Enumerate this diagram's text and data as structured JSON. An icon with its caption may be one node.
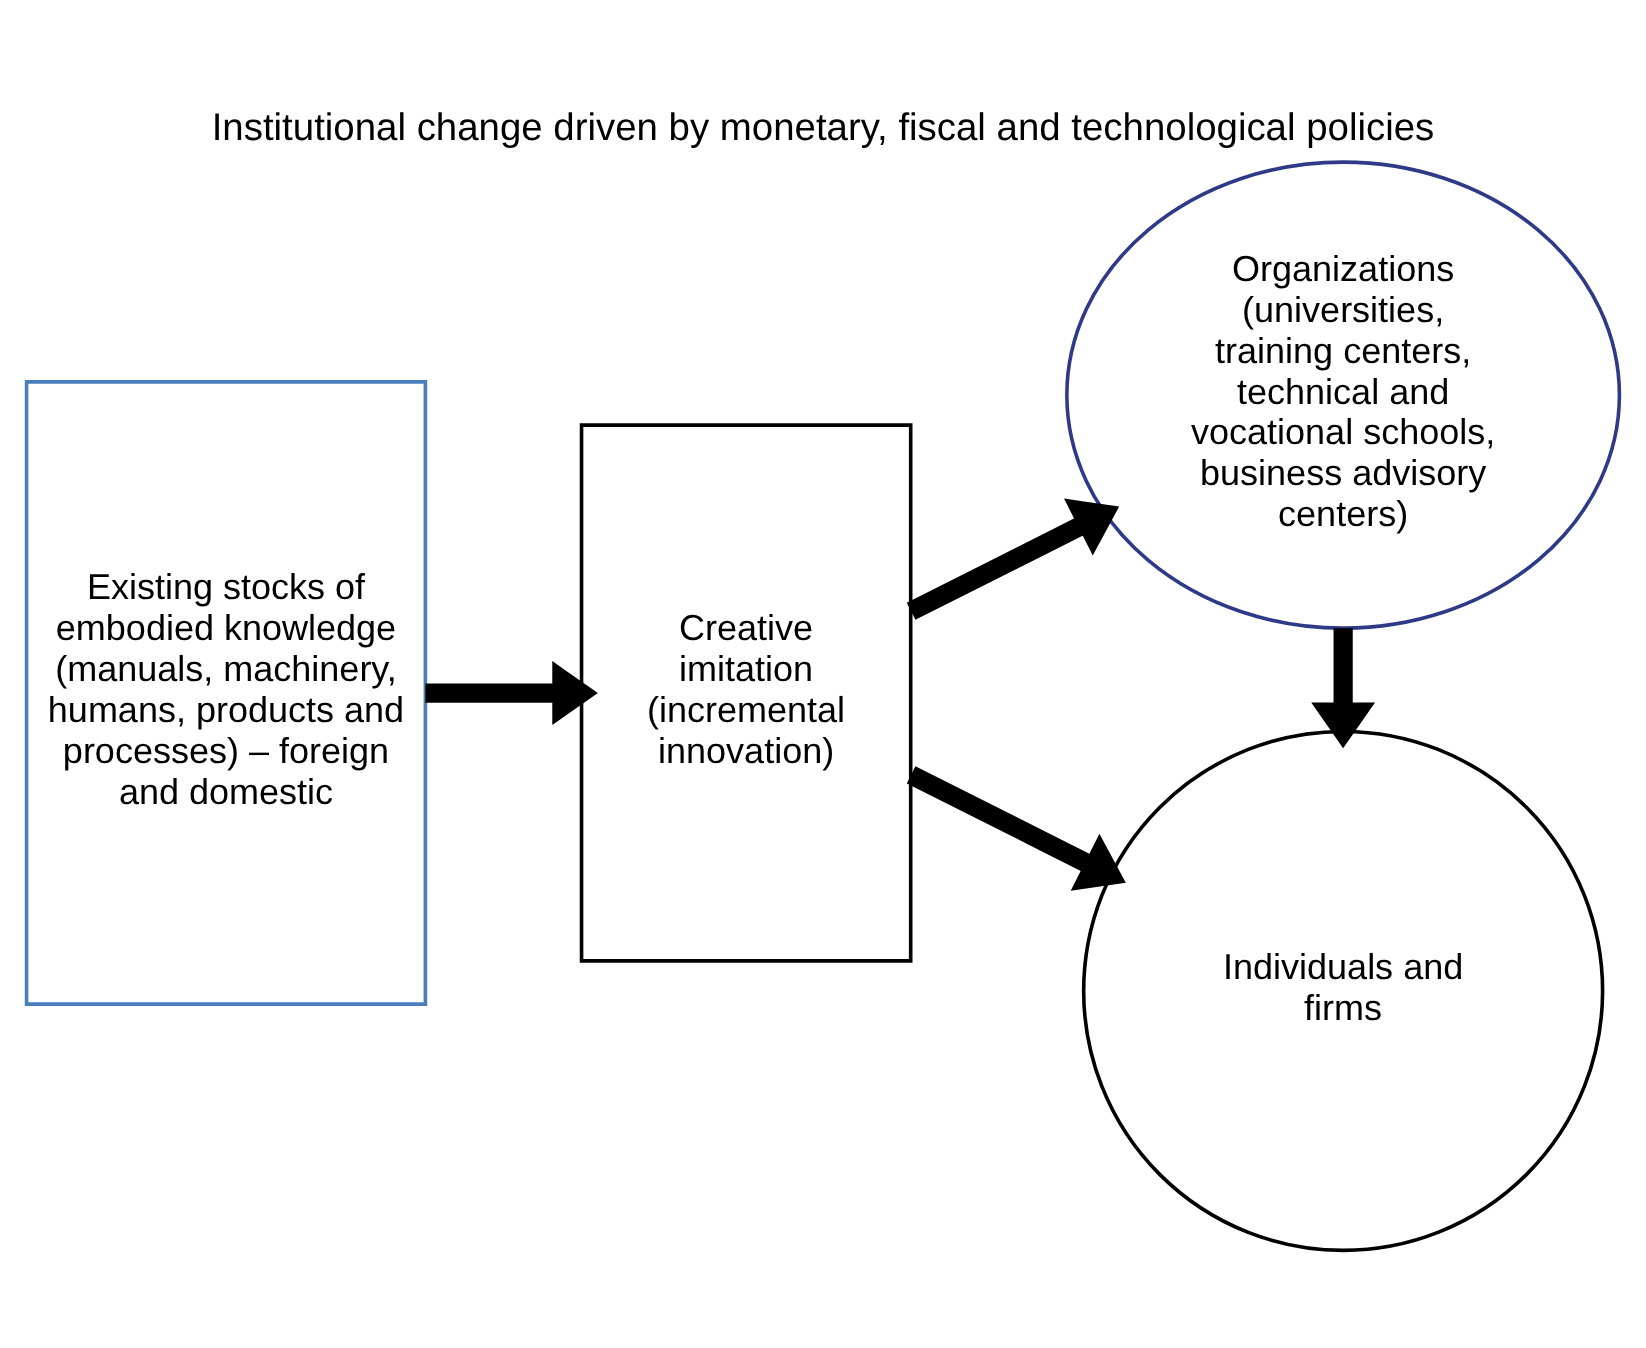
{
  "diagram": {
    "title": "Institutional change driven by monetary, fiscal and technological policies",
    "nodes": [
      {
        "text": [
          "Existing stocks of embodied knowledge (manuals, machinery, humans, products and processes) – foreign and domestic"
        ]
      },
      {
        "text": [
          "Creative imitation (incremental innovation)"
        ]
      },
      {
        "text": [
          "Organizations (universities, training centers, technical and vocational schools, business advisory centers)"
        ]
      },
      {
        "text": [
          "Individuals and firms"
        ]
      }
    ],
    "edges": [
      {
        "from": 0,
        "to": 1,
        "arrow": "to"
      },
      {
        "from": 1,
        "to": 2,
        "arrow": "to"
      },
      {
        "from": 1,
        "to": 3,
        "arrow": "to"
      },
      {
        "from": 2,
        "to": 3,
        "arrow": "to"
      }
    ]
  }
}
